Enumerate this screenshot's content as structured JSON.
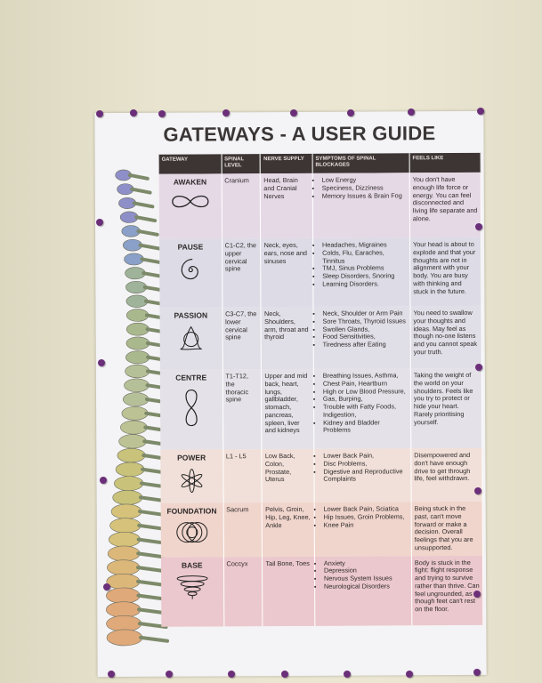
{
  "poster": {
    "title": "GATEWAYS - A USER GUIDE",
    "headers": [
      "GATEWAY",
      "SPINAL LEVEL",
      "NERVE SUPPLY",
      "SYMPTOMS OF SPINAL BLOCKAGES",
      "FEELS LIKE"
    ],
    "rows": [
      {
        "gateway": "AWAKEN",
        "symbol": "infinity-icon",
        "color": "#e6d9e6",
        "level": "Cranium",
        "nerve": "Head, Brain and Cranial Nerves",
        "symptoms": [
          "Low Energy",
          "Speciness, Dizziness",
          "Memory Issues & Brain Fog"
        ],
        "feels": "You don't have enough life force or energy. You can feel disconnected and living life separate and alone."
      },
      {
        "gateway": "PAUSE",
        "symbol": "spiral-icon",
        "color": "#dddce6",
        "level": "C1-C2, the upper cervical spine",
        "nerve": "Neck, eyes, ears, nose and sinuses",
        "symptoms": [
          "Headaches, Migraines",
          "Colds, Flu, Earaches, Tinnitus",
          "TMJ, Sinus Problems",
          "Sleep Disorders, Snoring",
          "Learning Disorders."
        ],
        "feels": "Your head is about to explode and that your thoughts are not in alignment with your body. You are busy with thinking and stuck in the future."
      },
      {
        "gateway": "PASSION",
        "symbol": "triquetra-icon",
        "color": "#e0dee6",
        "level": "C3-C7, the lower cervical spine",
        "nerve": "Neck, Shoulders, arm, throat and thyroid",
        "symptoms": [
          "Neck, Shoulder or Arm Pain",
          "Sore Throats, Thyroid Issues",
          "Swollen Glands,",
          "Food Sensitivities,",
          "Tiredness after Eating"
        ],
        "feels": "You need to swallow your thoughts and ideas. May feel as though no-one listens and you cannot speak your truth."
      },
      {
        "gateway": "CENTRE",
        "symbol": "figure-eight-icon",
        "color": "#e4e2e8",
        "level": "T1-T12, the thoracic spine",
        "nerve": "Upper and mid back, heart, lungs, gallbladder, stomach, pancreas, spleen, liver and kidneys",
        "symptoms": [
          "Breathing Issues, Asthma,",
          "Chest Pain, Heartburn",
          "High or Low Blood Pressure,",
          "Gas, Burping,",
          "Trouble with Fatty Foods, Indigestion,",
          "Kidney and Bladder Problems"
        ],
        "feels": "Taking the weight of the world on your shoulders. Feels like you try to protect or hide your heart. Rarely prioritising yourself."
      },
      {
        "gateway": "POWER",
        "symbol": "flower-icon",
        "color": "#f1e0d9",
        "level": "L1 - L5",
        "nerve": "Low Back, Colon, Prostate, Uterus",
        "symptoms": [
          "Lower Back Pain,",
          "Disc Problems,",
          "Digestive and Reproductive Complaints"
        ],
        "feels": "Disempowered and don't have enough drive to get through life, feel withdrawn."
      },
      {
        "gateway": "FOUNDATION",
        "symbol": "rings-icon",
        "color": "#f0d5cc",
        "level": "Sacrum",
        "nerve": "Pelvis, Groin, Hip, Leg, Knee, Ankle",
        "symptoms": [
          "Lower Back Pain, Sciatica",
          "Hip Issues, Groin Problems,",
          "Knee Pain"
        ],
        "feels": "Being stuck in the past, can't move forward or make a decision. Overall feelings that you are unsupported."
      },
      {
        "gateway": "BASE",
        "symbol": "vortex-icon",
        "color": "#ebc8cd",
        "level": "Coccyx",
        "nerve": "Tail Bone, Toes",
        "symptoms": [
          "Anxiety",
          "Depression",
          "Nervous System Issues",
          "Neurological Disorders"
        ],
        "feels": "Body is stuck in the fight: flight response and trying to survive rather than thrive. Can feel ungrounded, as though feet can't rest on the floor."
      }
    ]
  }
}
